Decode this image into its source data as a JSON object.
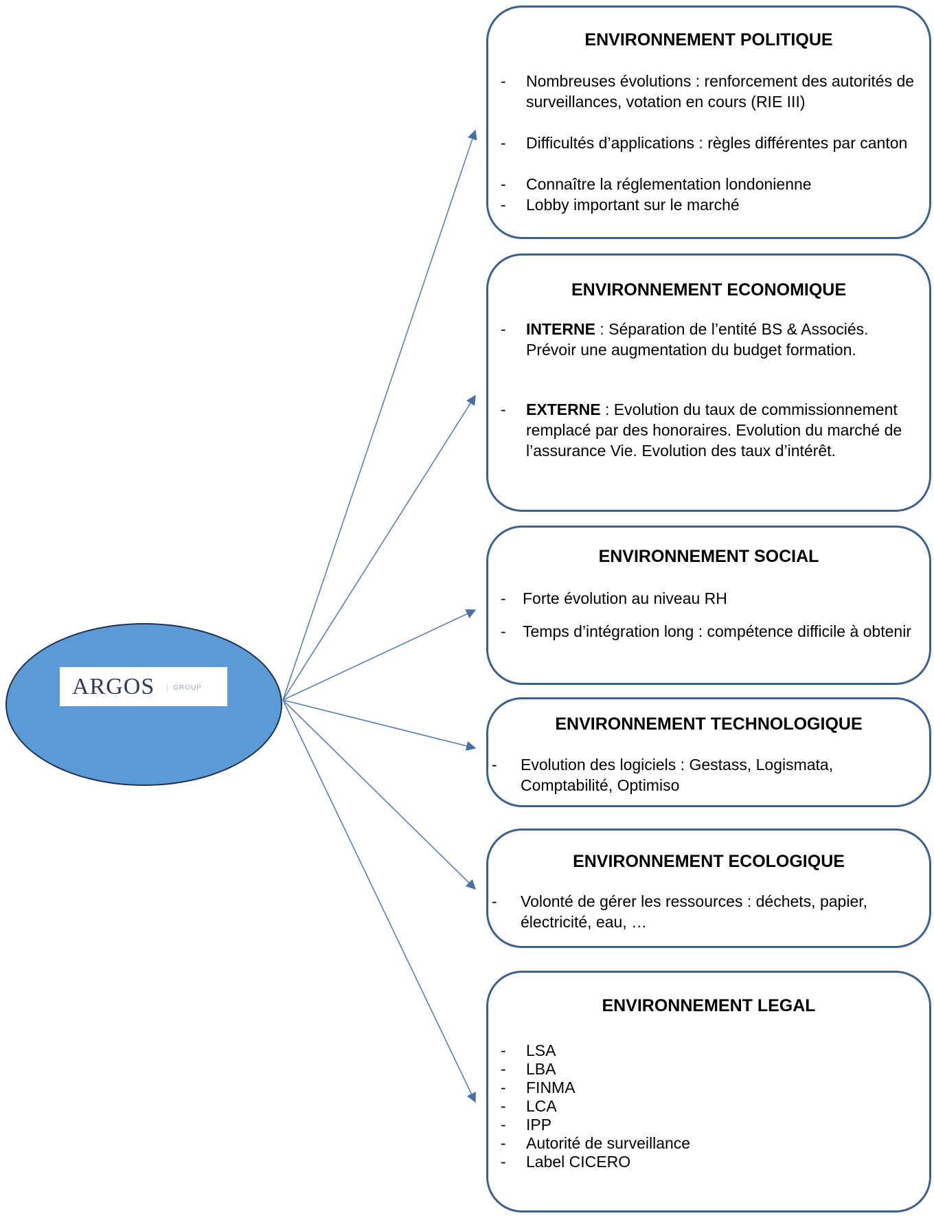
{
  "hub": {
    "logo_text": "ARGOS",
    "logo_subtext": "GROUP",
    "fill_color": "#5b9bd5"
  },
  "colors": {
    "box_border": "#3d5f8c",
    "arrow": "#5b7fb0"
  },
  "boxes": {
    "politique": {
      "title": "ENVIRONNEMENT POLITIQUE",
      "items": [
        "Nombreuses évolutions : renforcement des autorités de surveillances, votation en cours (RIE III)",
        "Difficultés d’applications : règles différentes par canton",
        "Connaître la réglementation londonienne",
        "Lobby important sur le marché"
      ]
    },
    "economique": {
      "title": "ENVIRONNEMENT ECONOMIQUE",
      "items": [
        {
          "keyword": "INTERNE",
          "text": " : Séparation de l’entité BS & Associés. Prévoir une augmentation du budget formation."
        },
        {
          "keyword": "EXTERNE",
          "text": " : Evolution du taux de commissionnement remplacé par des honoraires. Evolution du marché de l’assurance Vie. Evolution des taux d’intérêt."
        }
      ]
    },
    "social": {
      "title": "ENVIRONNEMENT SOCIAL",
      "items": [
        "Forte évolution au niveau RH",
        "Temps d’intégration long : compétence difficile à obtenir"
      ]
    },
    "technologique": {
      "title": "ENVIRONNEMENT TECHNOLOGIQUE",
      "items": [
        "Evolution des logiciels : Gestass, Logismata, Comptabilité, Optimiso"
      ]
    },
    "ecologique": {
      "title": "ENVIRONNEMENT ECOLOGIQUE",
      "items": [
        "Volonté de gérer les ressources : déchets, papier, électricité, eau, …"
      ]
    },
    "legal": {
      "title": "ENVIRONNEMENT LEGAL",
      "items": [
        "LSA",
        "LBA",
        "FINMA",
        "LCA",
        "IPP",
        "Autorité de surveillance",
        "Label CICERO"
      ]
    }
  },
  "bullet_char": "-"
}
